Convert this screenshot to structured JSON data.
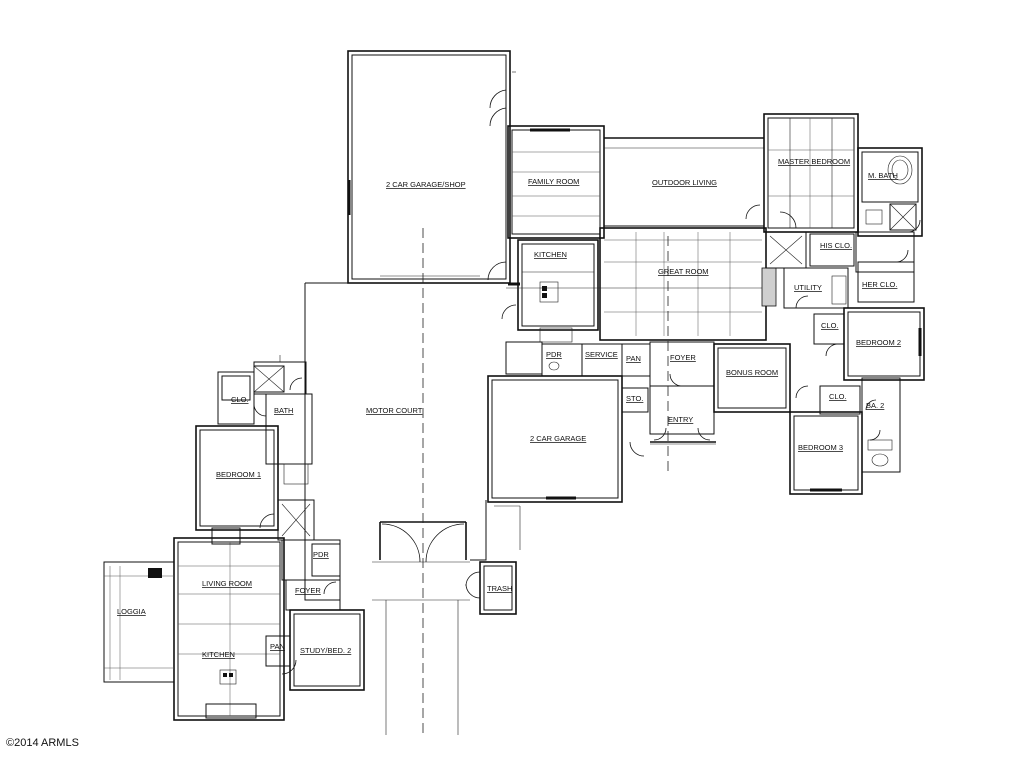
{
  "rooms": {
    "garage_shop": "2 CAR GARAGE/SHOP",
    "family_room": "FAMILY ROOM",
    "outdoor_living": "OUTDOOR LIVING",
    "master_bedroom": "MASTER BEDROOM",
    "m_bath": "M. BATH",
    "kitchen_main": "KITCHEN",
    "great_room": "GREAT ROOM",
    "his_clo": "HIS CLO.",
    "utility": "UTILITY",
    "her_clo": "HER CLO.",
    "clo_master": "CLO.",
    "bedroom_2": "BEDROOM 2",
    "pdr_main": "PDR",
    "service": "SERVICE",
    "pan_main": "PAN",
    "foyer_main": "FOYER",
    "bonus_room": "BONUS ROOM",
    "sto": "STO.",
    "entry": "ENTRY",
    "clo_ba2": "CLO.",
    "ba_2": "BA. 2",
    "bedroom_3": "BEDROOM 3",
    "garage_2": "2 CAR GARAGE",
    "motor_court": "MOTOR COURT",
    "clo_guest": "CLO.",
    "bath_guest": "BATH",
    "bedroom_1": "BEDROOM 1",
    "pdr_guest": "PDR",
    "foyer_guest": "FOYER",
    "trash": "TRASH",
    "living_room": "LIVING ROOM",
    "loggia": "LOGGIA",
    "pan_guest": "PAN",
    "kitchen_guest": "KITCHEN",
    "study_bed2": "STUDY/BED. 2"
  },
  "copyright": "©2014 ARMLS"
}
